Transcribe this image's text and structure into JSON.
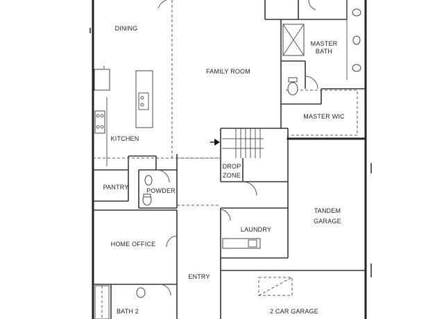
{
  "rooms": {
    "dining": "DINING",
    "family_room": "FAMILY ROOM",
    "master_bath_line1": "MASTER",
    "master_bath_line2": "BATH",
    "master_wic": "MASTER WIC",
    "kitchen": "KITCHEN",
    "drop_zone_line1": "DROP",
    "drop_zone_line2": "ZONE",
    "pantry": "PANTRY",
    "powder": "POWDER",
    "tandem_garage_line1": "TANDEM",
    "tandem_garage_line2": "GARAGE",
    "laundry": "LAUNDRY",
    "home_office": "HOME OFFICE",
    "entry": "ENTRY",
    "bath_2": "BATH 2",
    "two_car_garage": "2 CAR GARAGE"
  }
}
